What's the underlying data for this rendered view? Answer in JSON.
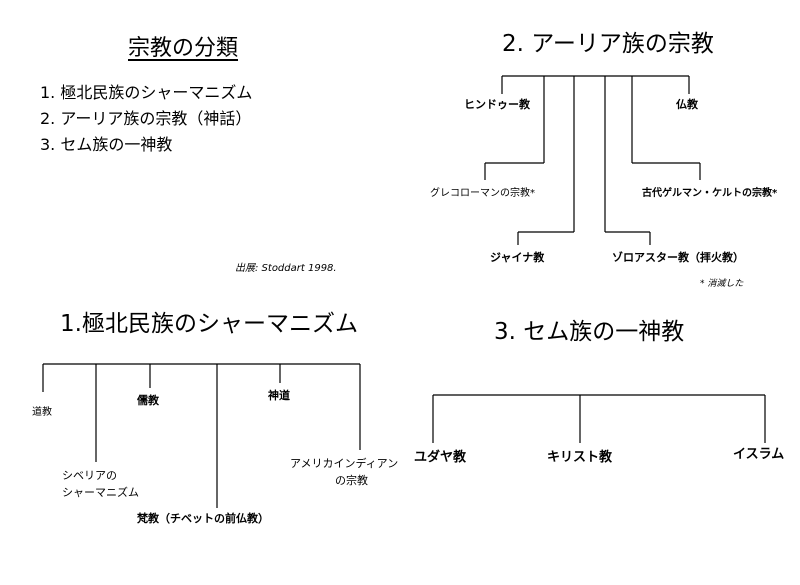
{
  "overview": {
    "title": "宗教の分類",
    "items": [
      "1. 極北民族のシャーマニズム",
      "2. アーリア族の宗教（神話）",
      "3. セム族の一神教"
    ],
    "source": "出展: Stoddart 1998."
  },
  "aryan": {
    "title": "2. アーリア族の宗教",
    "nodes": {
      "hindu": "ヒンドゥー教",
      "buddhism": "仏教",
      "greco_roman": "グレコローマンの宗教*",
      "germanic_celtic": "古代ゲルマン・ケルトの宗教*",
      "jain": "ジャイナ教",
      "zoroastrian": "ゾロアスター教（拝火教）"
    },
    "note": "* 消滅した"
  },
  "arctic": {
    "title": "1.極北民族のシャーマニズム",
    "nodes": {
      "taoism": "道教",
      "confucianism": "儒教",
      "shinto": "神道",
      "siberian_line1": "シベリアの",
      "siberian_line2": "シャーマニズム",
      "american_line1": "アメリカインディアン",
      "american_line2": "の宗教",
      "bon": "梵教（チベットの前仏教）"
    }
  },
  "semitic": {
    "title": "3. セム族の一神教",
    "nodes": {
      "judaism": "ユダヤ教",
      "christianity": "キリスト教",
      "islam": "イスラム"
    }
  }
}
